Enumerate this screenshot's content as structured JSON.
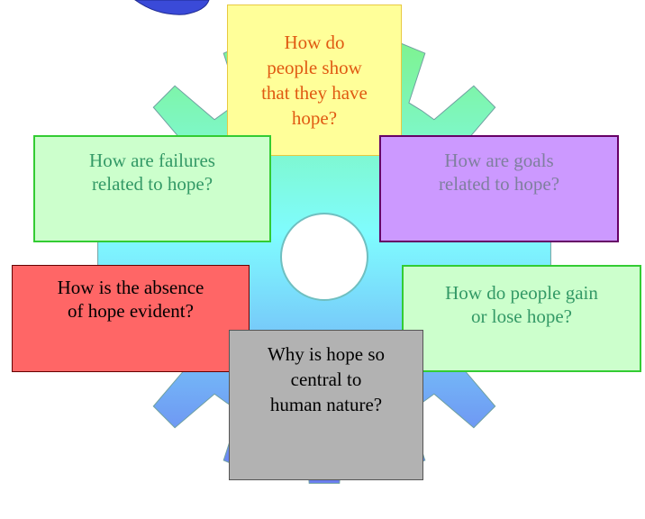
{
  "diagram": {
    "gear": {
      "gradient_top": "#7ef28a",
      "gradient_bottom": "#6a7cf0",
      "hub_color": "#ffffff",
      "outline": "#3b3b8f"
    },
    "questions": {
      "show": "How do\npeople show\nthat they have\nhope?",
      "failures": "How are failures\nrelated to hope?",
      "goals": "How are goals\nrelated to hope?",
      "absence": "How is the absence\nof hope evident?",
      "gain_lose": "How do people gain\nor lose hope?",
      "central": "Why is hope so\ncentral to\nhuman nature?"
    }
  }
}
